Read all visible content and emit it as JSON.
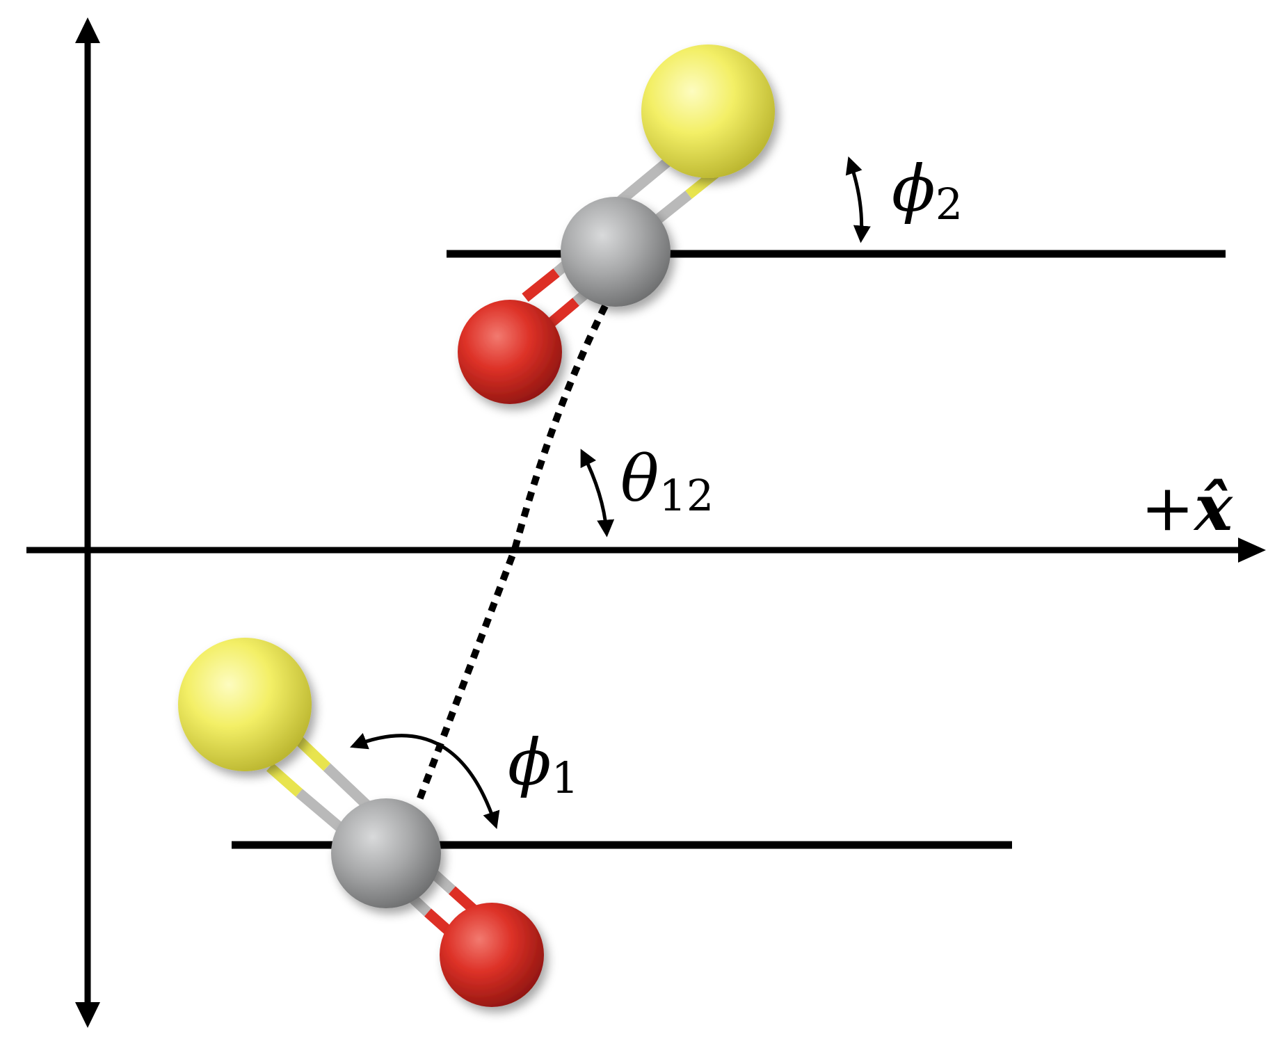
{
  "labels": {
    "phi2": {
      "symbol": "ϕ",
      "sub": "2"
    },
    "theta12": {
      "symbol": "θ",
      "sub": "12"
    },
    "phi1": {
      "symbol": "ϕ",
      "sub": "1"
    },
    "x_axis": {
      "sign": "+",
      "symbol": "x̂"
    }
  },
  "atoms": {
    "sulfur_color": "#f2ef5f",
    "carbon_color": "#a9aaab",
    "oxygen_color": "#dd2f25"
  },
  "molecules": [
    {
      "name": "upper-molecule",
      "atoms": [
        "sulfur",
        "carbon",
        "oxygen"
      ]
    },
    {
      "name": "lower-molecule",
      "atoms": [
        "sulfur",
        "carbon",
        "oxygen"
      ]
    }
  ]
}
